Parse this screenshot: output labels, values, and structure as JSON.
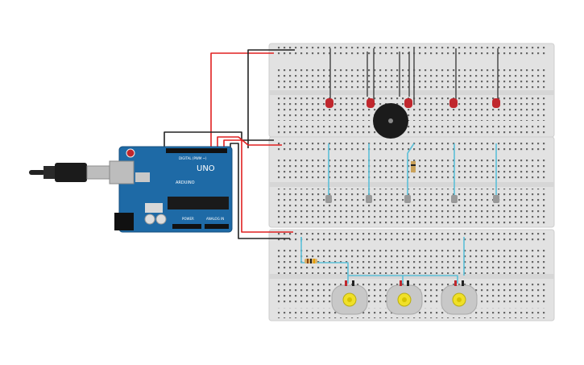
{
  "arduino": {
    "brand_text": "ARDUINO",
    "model_text": "UNO",
    "digital_header_text": "DIGITAL (PWM ~)",
    "power_header_text": "POWER",
    "analog_header_text": "ANALOG IN"
  },
  "colors": {
    "breadboard": "#e2e2e2",
    "hole": "#555555",
    "arduino_board": "#1e6aa6",
    "wire_red": "#e02020",
    "wire_black": "#222222",
    "wire_cyan": "#5bc0d8",
    "led": "#c0272d",
    "motor_body": "#c8c8c8",
    "motor_hub": "#f0e028"
  },
  "components": {
    "breadboards": 3,
    "leds": 5,
    "buzzer": 1,
    "sensors": 5,
    "dc_motors": 3,
    "resistors": 2,
    "usb_cable": 1
  }
}
